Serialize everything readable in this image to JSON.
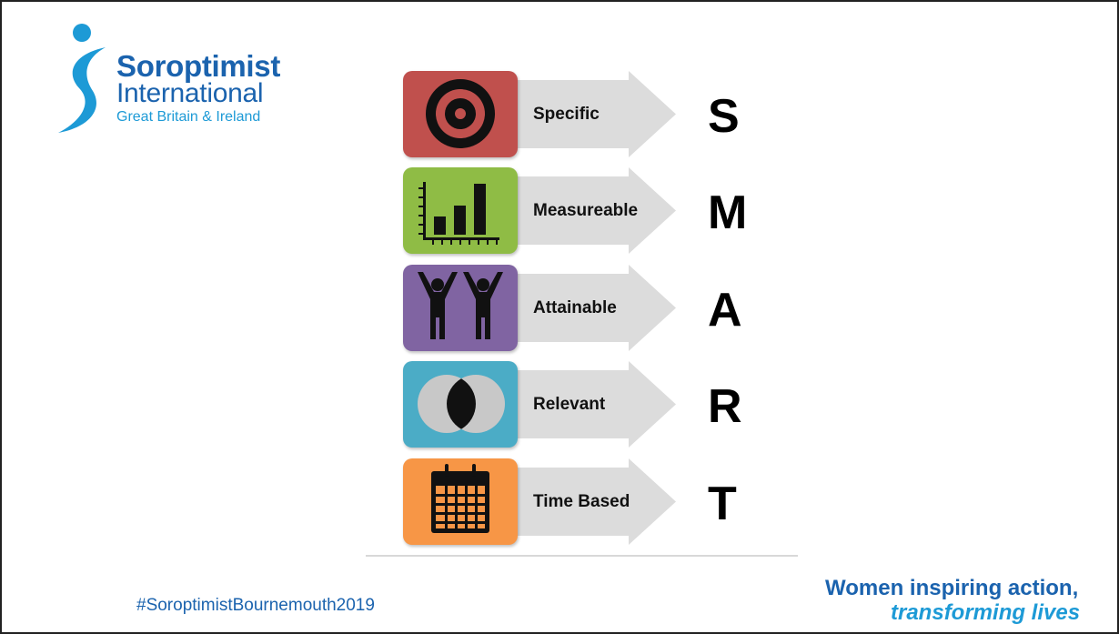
{
  "logo": {
    "line1": "Soroptimist",
    "line2": "International",
    "line3": "Great Britain & Ireland"
  },
  "smart": [
    {
      "label": "Specific",
      "letter": "S",
      "icon": "target-icon",
      "color": "#c0504d"
    },
    {
      "label": "Measureable",
      "letter": "M",
      "icon": "bar-chart-icon",
      "color": "#8fbc45"
    },
    {
      "label": "Attainable",
      "letter": "A",
      "icon": "people-arms-raised-icon",
      "color": "#8064a2"
    },
    {
      "label": "Relevant",
      "letter": "R",
      "icon": "overlapping-circles-icon",
      "color": "#4bacc6"
    },
    {
      "label": "Time Based",
      "letter": "T",
      "icon": "calendar-icon",
      "color": "#f79646"
    }
  ],
  "footer": {
    "hashtag": "#SoroptimistBournemouth2019",
    "tagline1": "Women inspiring action,",
    "tagline2": "transforming lives"
  },
  "colors": {
    "brand_blue": "#1b63ae",
    "light_blue": "#1d9ad6"
  }
}
